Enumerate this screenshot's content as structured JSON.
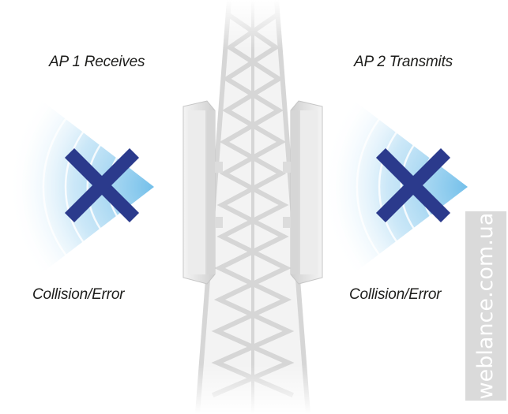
{
  "labels": {
    "ap1_title": "AP 1 Receives",
    "ap2_title": "AP 2 Transmits",
    "collision_left": "Collision/Error",
    "collision_right": "Collision/Error"
  },
  "watermark": "weblance.com.ua",
  "icons": {
    "left_cross": "x-mark-icon",
    "right_cross": "x-mark-icon"
  },
  "colors": {
    "signal_blue": "#5ab4e6",
    "cross_navy": "#2b3a8c",
    "tower_gray": "#d4d4d4",
    "antenna_gray": "#e3e3e3"
  }
}
